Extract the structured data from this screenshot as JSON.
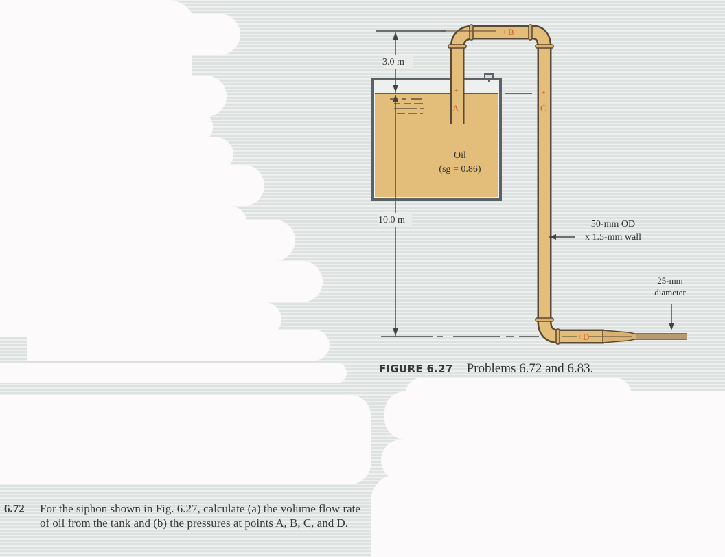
{
  "figure": {
    "label": "FIGURE 6.27",
    "caption": "Problems 6.72 and 6.83.",
    "dimensions": {
      "height_above_surface": "3.0 m",
      "height_below_surface": "10.0 m"
    },
    "fluid": {
      "name": "Oil",
      "specific_gravity_label": "(sg = 0.86)"
    },
    "pipe_spec": {
      "line1": "50-mm OD",
      "line2": "x 1.5-mm wall"
    },
    "nozzle_spec": {
      "line1": "25-mm",
      "line2": "diameter"
    },
    "points": [
      "A",
      "B",
      "C",
      "D"
    ],
    "colors": {
      "oil": "#e3bd7a",
      "pipe_outline": "#5a4a35",
      "point_label": "#d2602a",
      "tank_wall": "#5d6266"
    }
  },
  "problem": {
    "number": "6.72",
    "text": "For the siphon shown in Fig. 6.27, calculate (a) the volume flow rate of oil from the tank and (b) the pressures at points A, B, C, and D."
  }
}
